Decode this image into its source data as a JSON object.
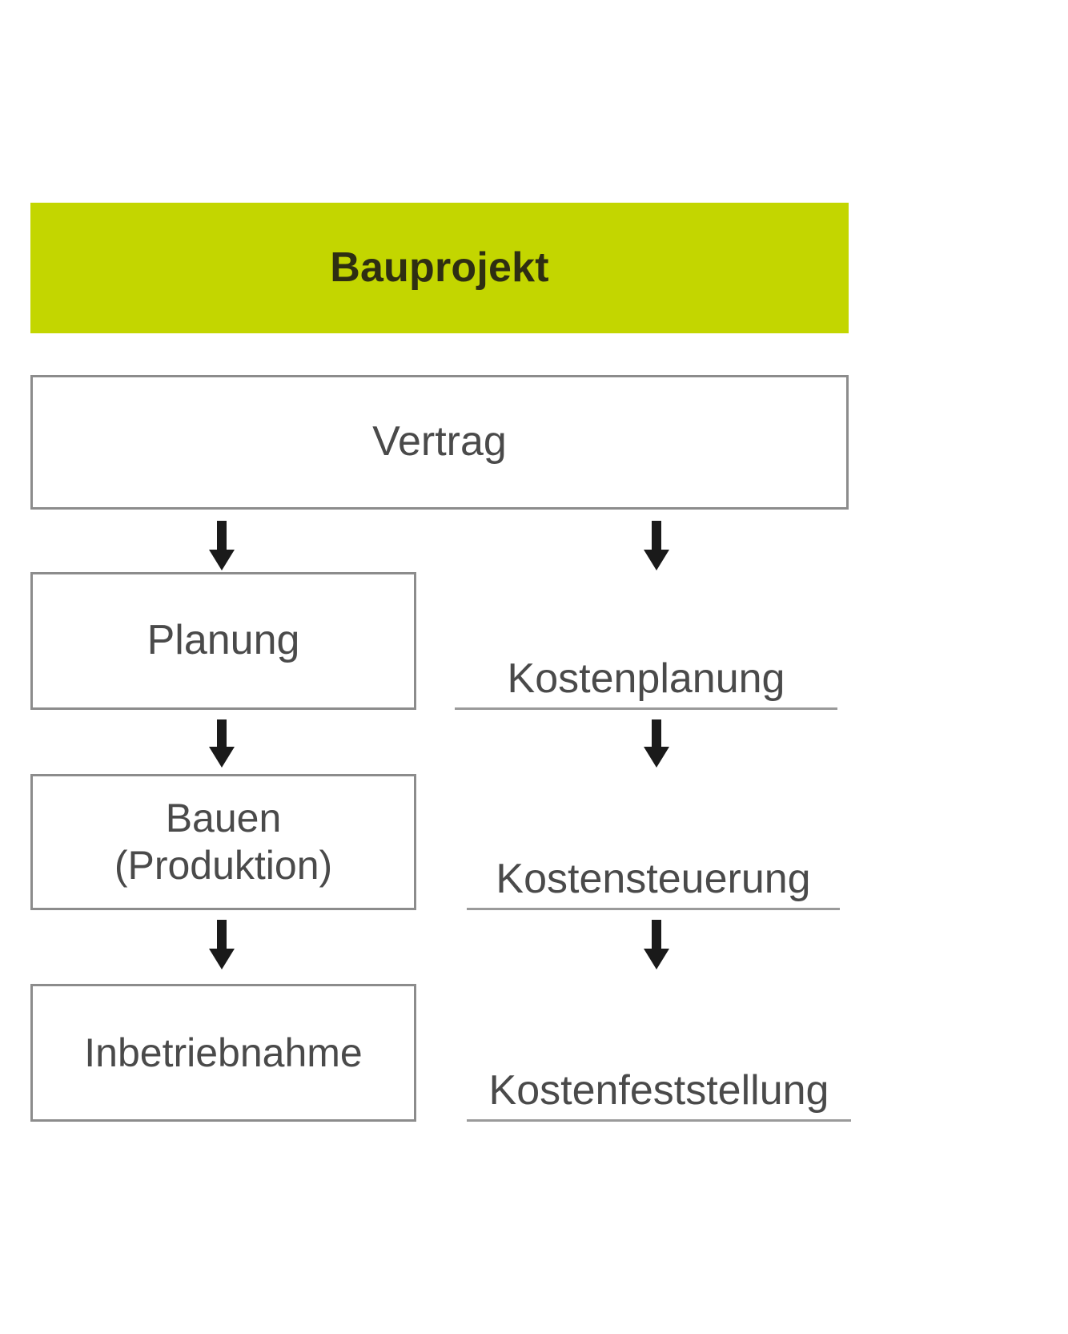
{
  "diagram": {
    "title_box": {
      "label": "Bauprojekt",
      "fill_color": "#c3d600",
      "text_color": "#2e2e12"
    },
    "contract_box": {
      "label": "Vertrag",
      "border_color": "#8c8c8c",
      "fill_color": "#ffffff"
    },
    "process_column": {
      "boxes": [
        {
          "label": "Planung"
        },
        {
          "label_line1": "Bauen",
          "label_line2": "(Produktion)"
        },
        {
          "label": "Inbetriebnahme"
        }
      ]
    },
    "cost_column": {
      "labels": [
        {
          "text": "Kostenplanung"
        },
        {
          "text": "Kostensteuerung"
        },
        {
          "text": "Kostenfeststellung"
        }
      ],
      "underline_color": "#9a9a9a"
    },
    "arrows": {
      "color": "#1a1a1a",
      "count": 6,
      "direction": "down"
    }
  }
}
